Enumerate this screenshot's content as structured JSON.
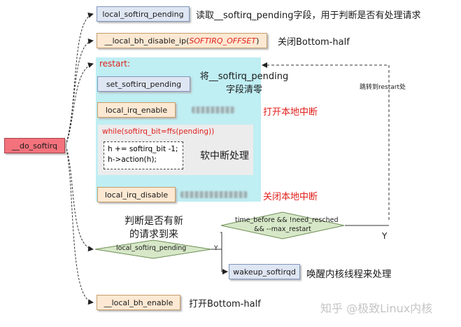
{
  "diagram": {
    "main_function": "__do_softirq",
    "nodes": {
      "local_softirq_pending_top": "local_softirq_pending",
      "local_bh_disable_prefix": "__local_bh_disable_ip(",
      "local_bh_disable_arg": "SOFTIRQ_OFFSET",
      "local_bh_disable_suffix": ")",
      "restart_label": "restart:",
      "set_softirq_pending": "set_softirq_pending",
      "local_irq_enable": "local_irq_enable",
      "while_loop": "while(softirq_bit=ffs(pending))",
      "loop_line1": "h += softirq_bit -1;",
      "loop_line2": "h->action(h);",
      "local_irq_disable": "local_irq_disable",
      "decision_reschedule": [
        "time_before && !need_resched",
        "&& --max_restart"
      ],
      "decision_pending": "local_softirq_pending",
      "wakeup_softirqd": "wakeup_softirqd",
      "local_bh_enable": "__local_bh_enable"
    },
    "notes": {
      "read_pending": "读取__softirq_pending字段，用于判断是否有处理请求",
      "close_bh": "关闭Bottom-half",
      "clear_pending": [
        "将__softirq_pending",
        "字段清零"
      ],
      "open_irq": "打开本地中断",
      "softirq_handling": "软中断处理",
      "close_irq": "关闭本地中断",
      "jump_restart": "跳转到restart处",
      "judge_new": [
        "判断是否有新",
        "的请求到来"
      ],
      "wake_thread": "唤醒内核线程来处理",
      "open_bh": "打开Bottom-half"
    },
    "labels": {
      "yes_1": "Y",
      "yes_2": "Y"
    },
    "watermark": "知乎 @极致Linux内核"
  }
}
